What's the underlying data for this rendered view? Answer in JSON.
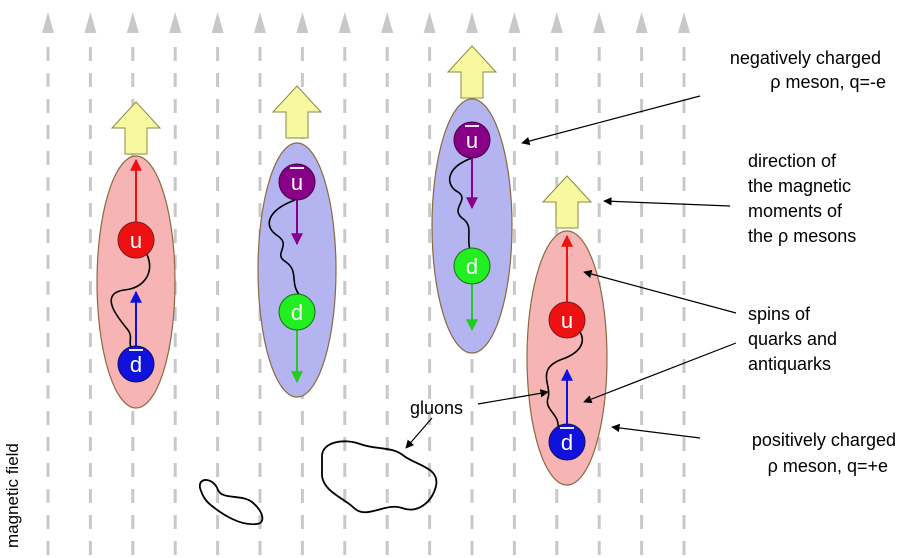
{
  "field_label": "magnetic field",
  "quark_letters": {
    "u": "u",
    "d": "d"
  },
  "colors": {
    "field": "#c8c8c8",
    "positive_meson_fill": "#f6b4b4",
    "negative_meson_fill": "#b4b4f0",
    "moment_arrow_fill": "#f8f8a0",
    "up_quark": "#ee1111",
    "down_quark_green": "#22ee22",
    "anti_up_quark": "#880088",
    "anti_down_quark": "#1111dd",
    "spin_red": "#ee1111",
    "spin_blue": "#1111dd",
    "spin_purple": "#880088",
    "spin_green": "#22cc22"
  },
  "annotations": {
    "negative_meson": [
      "negatively charged",
      "ρ meson, q=-e"
    ],
    "magnetic_moments": [
      "direction of",
      "the magnetic",
      "moments of",
      "the ρ mesons"
    ],
    "spins": [
      "spins of",
      "quarks and",
      "antiquarks"
    ],
    "gluons": "gluons",
    "positive_meson": [
      "positively charged",
      "ρ meson, q=+e"
    ]
  }
}
